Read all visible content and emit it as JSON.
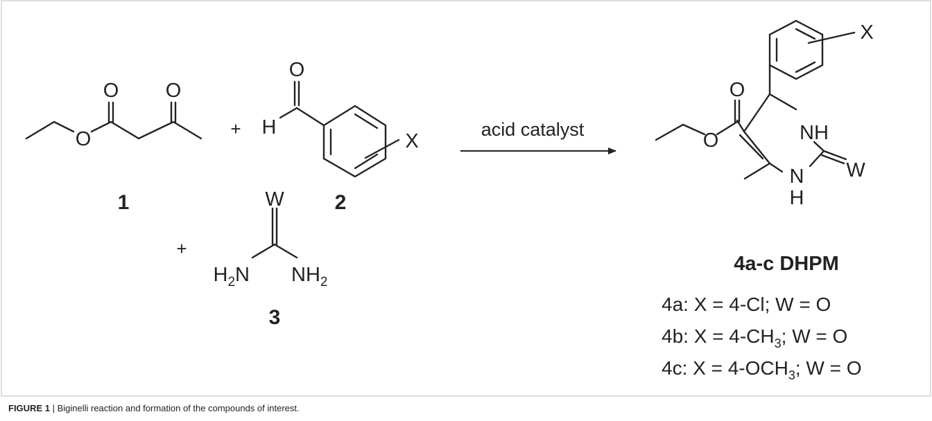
{
  "scheme": {
    "reactant1": {
      "number": "1",
      "O1": "O",
      "O2": "O",
      "O3": "O"
    },
    "plus1": "+",
    "reactant2": {
      "number": "2",
      "O": "O",
      "H": "H",
      "X": "X"
    },
    "plus2": "+",
    "reactant3": {
      "number": "3",
      "W": "W",
      "H": "H",
      "N": "N",
      "sub2": "2"
    },
    "arrow_label": "acid catalyst",
    "product": {
      "X": "X",
      "O1": "O",
      "O2": "O",
      "NH": "NH",
      "N": "N",
      "H": "H",
      "W": "W",
      "name": "4a-c DHPM",
      "variants": [
        {
          "label": "4a: X = 4-Cl; W = O",
          "pre": "4a: X = 4-Cl; W = O",
          "sub": "",
          "post": ""
        },
        {
          "label": "4b: X = 4-CH3; W = O",
          "pre": "4b: X = 4-CH",
          "sub": "3",
          "post": "; W = O"
        },
        {
          "label": "4c: X = 4-OCH3; W = O",
          "pre": "4c: X = 4-OCH",
          "sub": "3",
          "post": "; W = O"
        }
      ]
    }
  },
  "caption": {
    "label": "FIGURE 1",
    "separator": " | ",
    "text": "Biginelli reaction and formation of the compounds of interest."
  }
}
